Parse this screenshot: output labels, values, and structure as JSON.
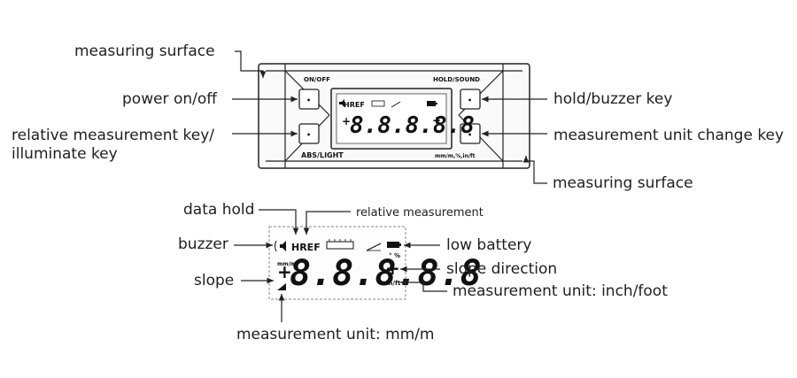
{
  "device": {
    "on_off_label": "ON/OFF",
    "hold_sound_label": "HOLD/SOUND",
    "abs_light_label": "ABS/LIGHT",
    "units_label": "mm/m,%,in/ft",
    "lcd_digits": "8.8.8.8.8",
    "lcd_href": "HREF",
    "lcd_inft": "in/ft",
    "lcd_mmm": "mm/m",
    "lcd_plus": "+",
    "lcd_deg": "°",
    "lcd_pct": "%",
    "button_dot": "•"
  },
  "callouts": {
    "measuring_surface_top": "measuring surface",
    "power": "power on/off",
    "relative_key_line1": "relative measurement key/",
    "relative_key_line2": "illuminate key",
    "hold_buzzer": "hold/buzzer key",
    "unit_change": "measurement unit change key",
    "measuring_surface_bottom": "measuring surface"
  },
  "display_callouts": {
    "data_hold": "data hold",
    "relative_measurement": "relative measurement",
    "buzzer": "buzzer",
    "low_battery": "low battery",
    "slope_direction": "slope direction",
    "slope": "slope",
    "unit_inch_foot": "measurement unit: inch/foot",
    "unit_mm_m": "measurement unit: mm/m"
  }
}
